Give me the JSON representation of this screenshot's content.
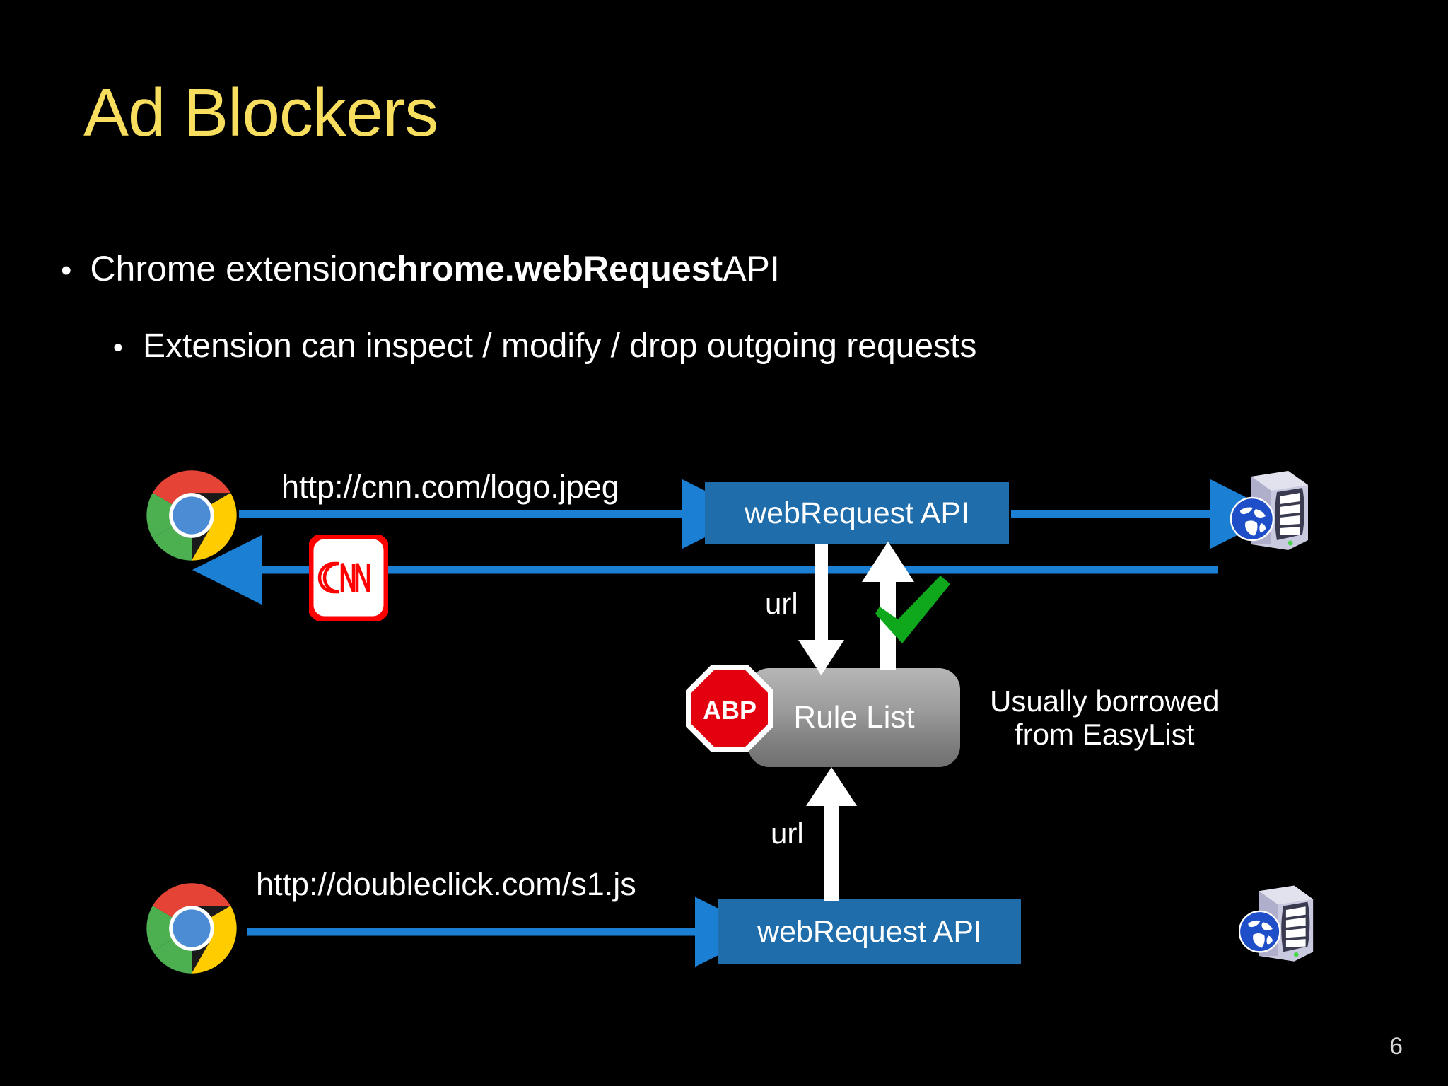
{
  "slide": {
    "title": "Ad Blockers",
    "page_number": "6",
    "title_color": "#F7DE5E",
    "background_color": "#000000"
  },
  "bullets": [
    {
      "level": 1,
      "marker": "•",
      "text_before": "Chrome extension ",
      "text_bold": "chrome.webRequest",
      "text_after": " API"
    },
    {
      "level": 2,
      "marker": "•",
      "text": "Extension can inspect / modify / drop outgoing requests"
    }
  ],
  "diagram": {
    "top_flow": {
      "client_icon": "chrome-logo",
      "request_url": "http://cnn.com/logo.jpeg",
      "response_icon": "cnn-logo",
      "api_box_label": "webRequest API",
      "server_icon": "web-server-icon"
    },
    "bottom_flow": {
      "client_icon": "chrome-logo",
      "request_url": "http://doubleclick.com/s1.js",
      "api_box_label": "webRequest API",
      "server_icon": "web-server-icon"
    },
    "rule_list": {
      "label": "Rule List",
      "badge_icon": "adblock-plus-icon",
      "badge_text": "ABP"
    },
    "edge_labels": {
      "url_down": "url",
      "url_up": "url"
    },
    "allow_marker": "green-check-icon",
    "note": {
      "line1": "Usually borrowed",
      "line2": "from EasyList"
    },
    "colors": {
      "api_box": "#1F6DAB",
      "arrow_blue": "#1B7FD4",
      "check_green": "#0FA81D",
      "abp_red": "#E3000F",
      "cnn_red": "#FF0000",
      "rule_list_gray": "#9C9C9C"
    }
  }
}
